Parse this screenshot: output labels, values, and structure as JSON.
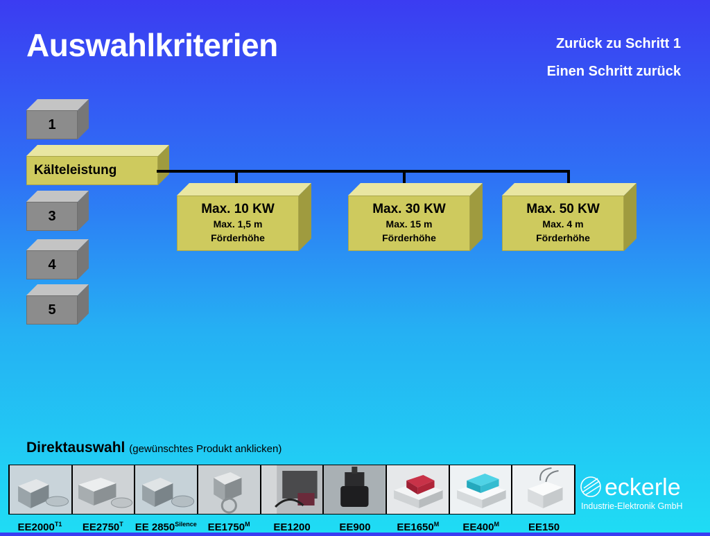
{
  "page": {
    "title": "Auswahlkriterien"
  },
  "nav": {
    "back_to_step1": "Zurück zu Schritt 1",
    "back_one_step": "Einen Schritt zurück"
  },
  "steps": {
    "s1": "1",
    "current": "Kälteleistung",
    "s3": "3",
    "s4": "4",
    "s5": "5"
  },
  "options": [
    {
      "power": "Max. 10 KW",
      "height": "Max. 1,5 m",
      "unit": "Förderhöhe"
    },
    {
      "power": "Max. 30 KW",
      "height": "Max. 15 m",
      "unit": "Förderhöhe"
    },
    {
      "power": "Max. 50 KW",
      "height": "Max. 4 m",
      "unit": "Förderhöhe"
    }
  ],
  "direct": {
    "heading": "Direktauswahl",
    "hint": "(gewünschtes Produkt anklicken)"
  },
  "products": [
    {
      "name": "EE2000",
      "sup": "T1"
    },
    {
      "name": "EE2750",
      "sup": "T"
    },
    {
      "name": "EE 2850",
      "sup": "Silence"
    },
    {
      "name": "EE1750",
      "sup": "M"
    },
    {
      "name": "EE1200",
      "sup": ""
    },
    {
      "name": "EE900",
      "sup": ""
    },
    {
      "name": "EE1650",
      "sup": "M"
    },
    {
      "name": "EE400",
      "sup": "M"
    },
    {
      "name": "EE150",
      "sup": ""
    }
  ],
  "brand": {
    "name": "eckerle",
    "subtitle": "Industrie-Elektronik GmbH"
  },
  "colors": {
    "step_grey": "#8c8c8c",
    "highlight_olive": "#ceca5e",
    "bg_top": "#3b3cf2",
    "bg_bottom": "#1fdcf4"
  }
}
